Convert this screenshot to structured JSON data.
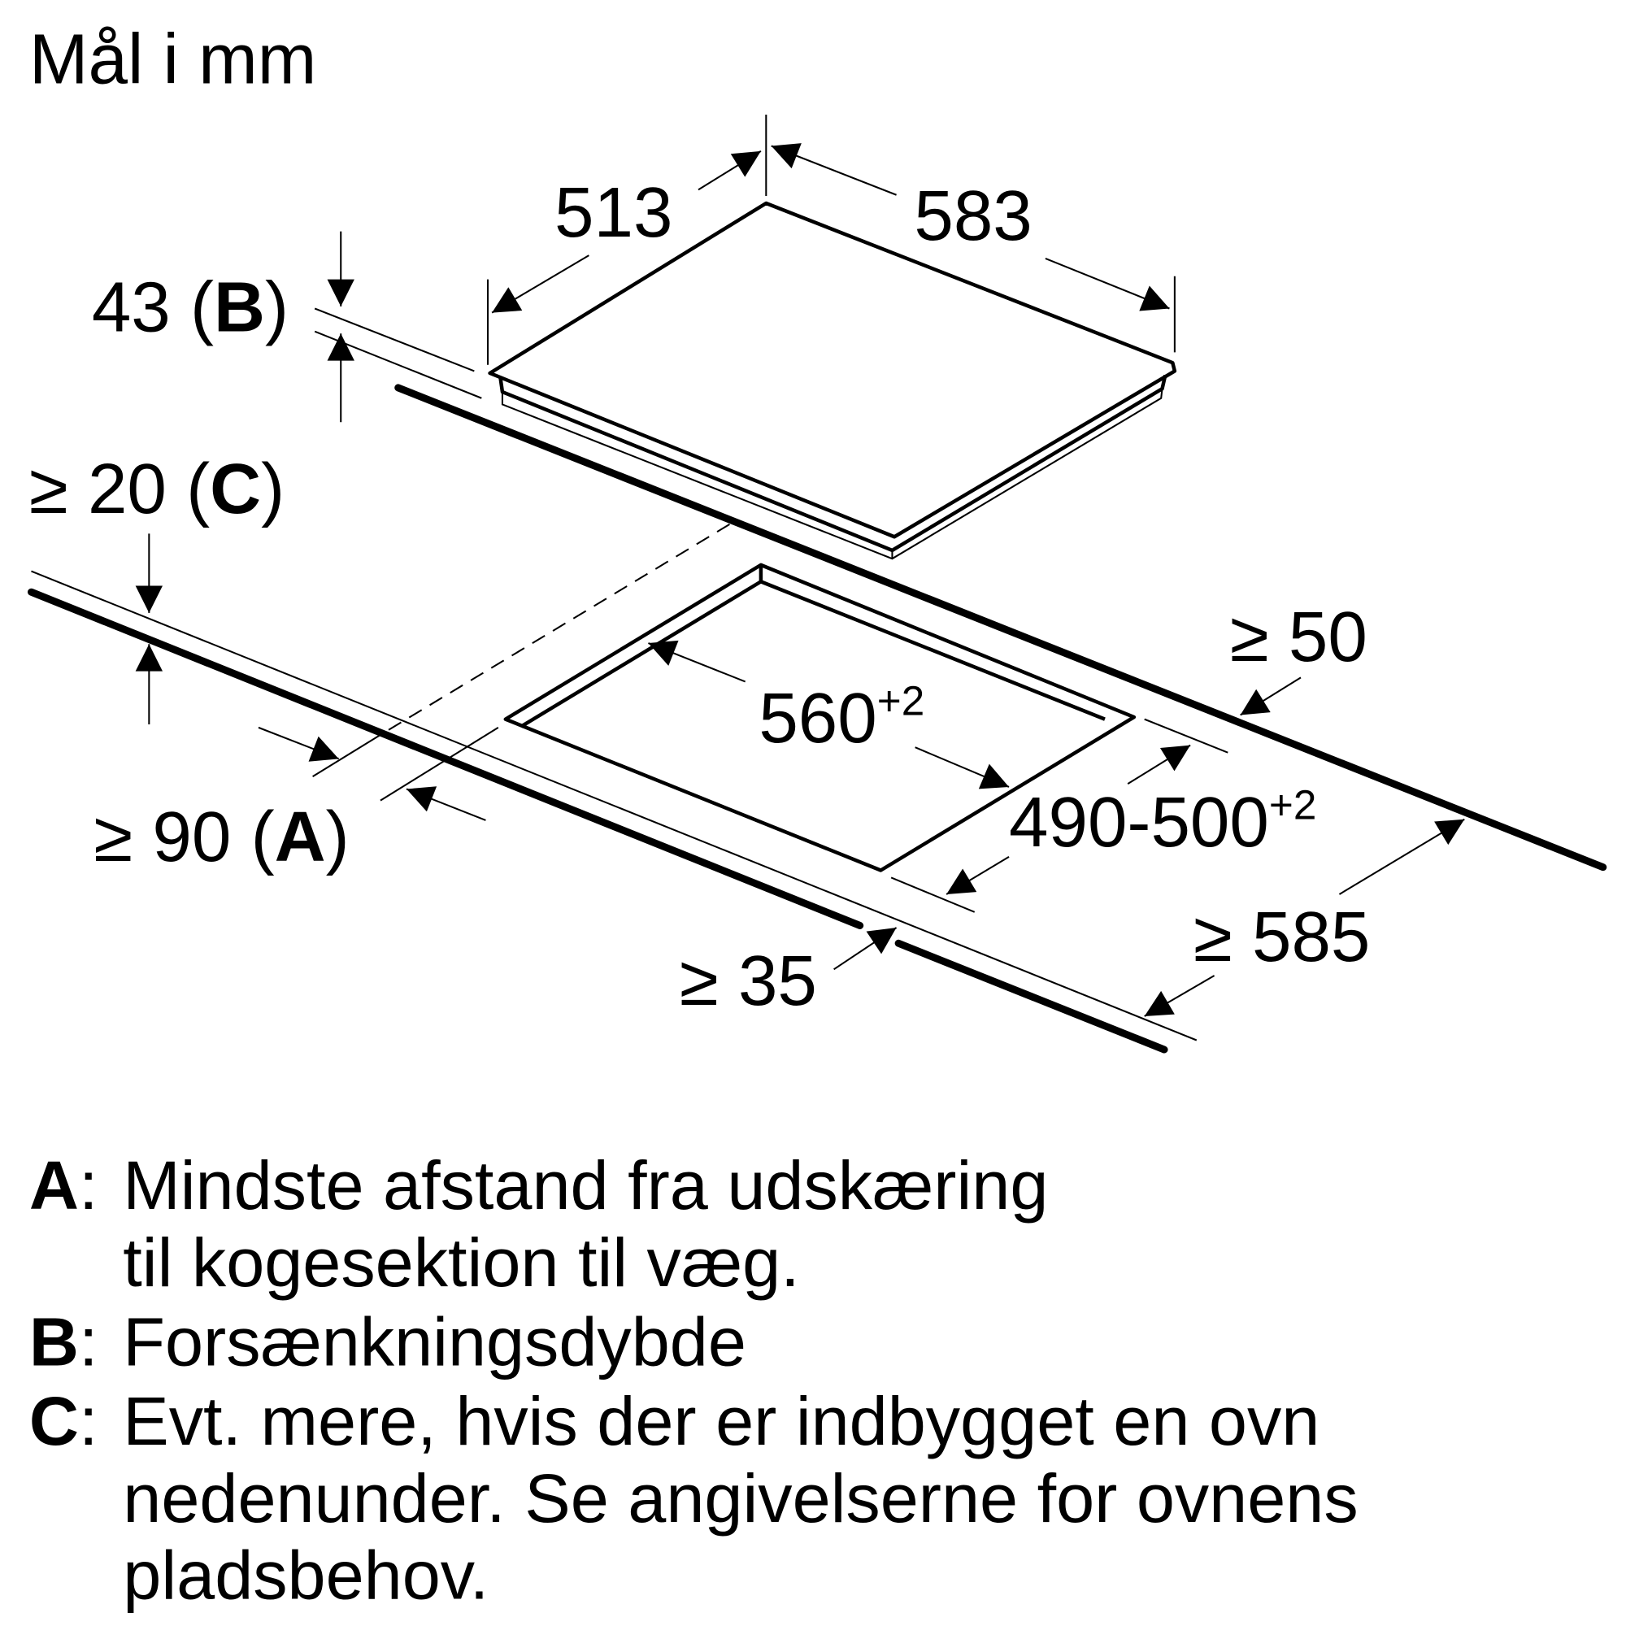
{
  "title": "Mål i mm",
  "dimensions": {
    "depth": "513",
    "width": "583",
    "recess": "43",
    "recess_key": "B",
    "gap_c_prefix": "≥ 20",
    "gap_c_key": "C",
    "back_gap": "≥ 50",
    "cutout_width": "560",
    "cutout_width_tol": "+2",
    "cutout_depth": "490-500",
    "cutout_depth_tol": "+2",
    "wall_gap_prefix": "≥ 90",
    "wall_gap_key": "A",
    "front_gap": "≥ 35",
    "counter_depth": "≥ 585"
  },
  "legend": [
    {
      "key": "A",
      "lines": [
        "Mindste afstand fra udskæring",
        "til kogesektion til væg."
      ]
    },
    {
      "key": "B",
      "lines": [
        "Forsænkningsdybde"
      ]
    },
    {
      "key": "C",
      "lines": [
        "Evt. mere, hvis der er indbygget en ovn",
        "nedenunder. Se angivelserne for ovnens",
        "pladsbehov."
      ]
    }
  ]
}
